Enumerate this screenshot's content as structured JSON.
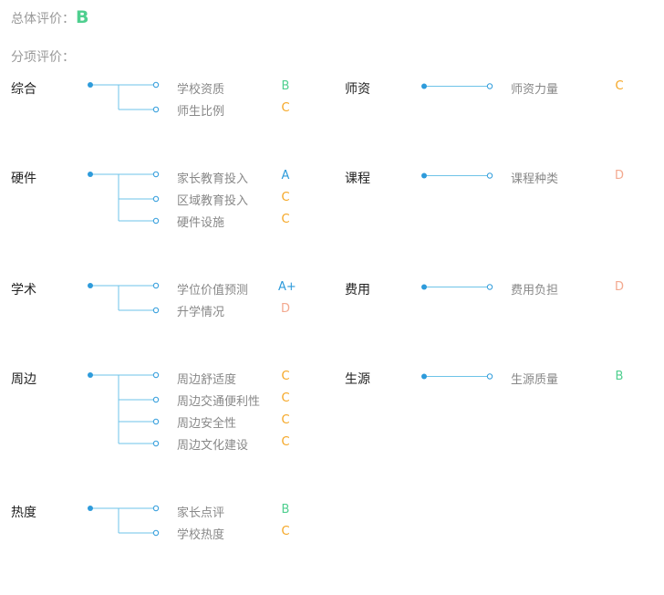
{
  "overall": {
    "label": "总体评价：",
    "grade": "B"
  },
  "sub_title": "分项评价：",
  "colors": {
    "A+": "#2e9bdb",
    "A": "#2e9bdb",
    "B": "#4fcf8f",
    "C": "#f5a623",
    "D": "#f3a98f",
    "line": "#6ec3e8",
    "dot": "#2e9bdb"
  },
  "categories": [
    {
      "name": "综合",
      "items": [
        {
          "label": "学校资质",
          "grade": "B"
        },
        {
          "label": "师生比例",
          "grade": "C"
        }
      ]
    },
    {
      "name": "师资",
      "items": [
        {
          "label": "师资力量",
          "grade": "C"
        }
      ]
    },
    {
      "name": "硬件",
      "items": [
        {
          "label": "家长教育投入",
          "grade": "A"
        },
        {
          "label": "区域教育投入",
          "grade": "C"
        },
        {
          "label": "硬件设施",
          "grade": "C"
        }
      ]
    },
    {
      "name": "课程",
      "items": [
        {
          "label": "课程种类",
          "grade": "D"
        }
      ]
    },
    {
      "name": "学术",
      "items": [
        {
          "label": "学位价值预测",
          "grade": "A+"
        },
        {
          "label": "升学情况",
          "grade": "D"
        }
      ]
    },
    {
      "name": "费用",
      "items": [
        {
          "label": "费用负担",
          "grade": "D"
        }
      ]
    },
    {
      "name": "周边",
      "items": [
        {
          "label": "周边舒适度",
          "grade": "C"
        },
        {
          "label": "周边交通便利性",
          "grade": "C"
        },
        {
          "label": "周边安全性",
          "grade": "C"
        },
        {
          "label": "周边文化建设",
          "grade": "C"
        }
      ]
    },
    {
      "name": "生源",
      "items": [
        {
          "label": "生源质量",
          "grade": "B"
        }
      ]
    },
    {
      "name": "热度",
      "items": [
        {
          "label": "家长点评",
          "grade": "B"
        },
        {
          "label": "学校热度",
          "grade": "C"
        }
      ]
    }
  ]
}
